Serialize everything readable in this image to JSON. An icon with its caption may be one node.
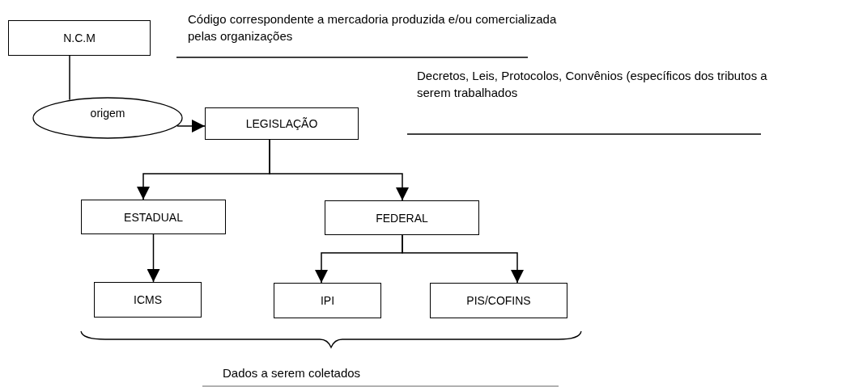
{
  "diagram": {
    "nodes": [
      {
        "text": [
          "N.C.M"
        ]
      },
      {
        "text": [
          "origem"
        ]
      },
      {
        "text": [
          "LEGISLAÇÃO"
        ]
      },
      {
        "text": [
          "ESTADUAL"
        ]
      },
      {
        "text": [
          "FEDERAL"
        ]
      },
      {
        "text": [
          "ICMS"
        ]
      },
      {
        "text": [
          "IPI"
        ]
      },
      {
        "text": [
          "PIS/COFINS"
        ]
      }
    ],
    "edges": [
      {
        "from": 0,
        "to": 1,
        "arrow": "none"
      },
      {
        "from": 1,
        "to": 2,
        "arrow": "to"
      },
      {
        "from": 2,
        "to": 3,
        "arrow": "to"
      },
      {
        "from": 2,
        "to": 4,
        "arrow": "to"
      },
      {
        "from": 3,
        "to": 5,
        "arrow": "to"
      },
      {
        "from": 4,
        "to": 6,
        "arrow": "to"
      },
      {
        "from": 4,
        "to": 7,
        "arrow": "to"
      }
    ],
    "labels": [
      "Código correspondente a mercadoria produzida e/ou comercializada pelas organizações",
      "Decretos, Leis, Protocolos, Convênios (específicos dos tributos a serem trabalhados",
      "Dados a serem coletados"
    ]
  }
}
